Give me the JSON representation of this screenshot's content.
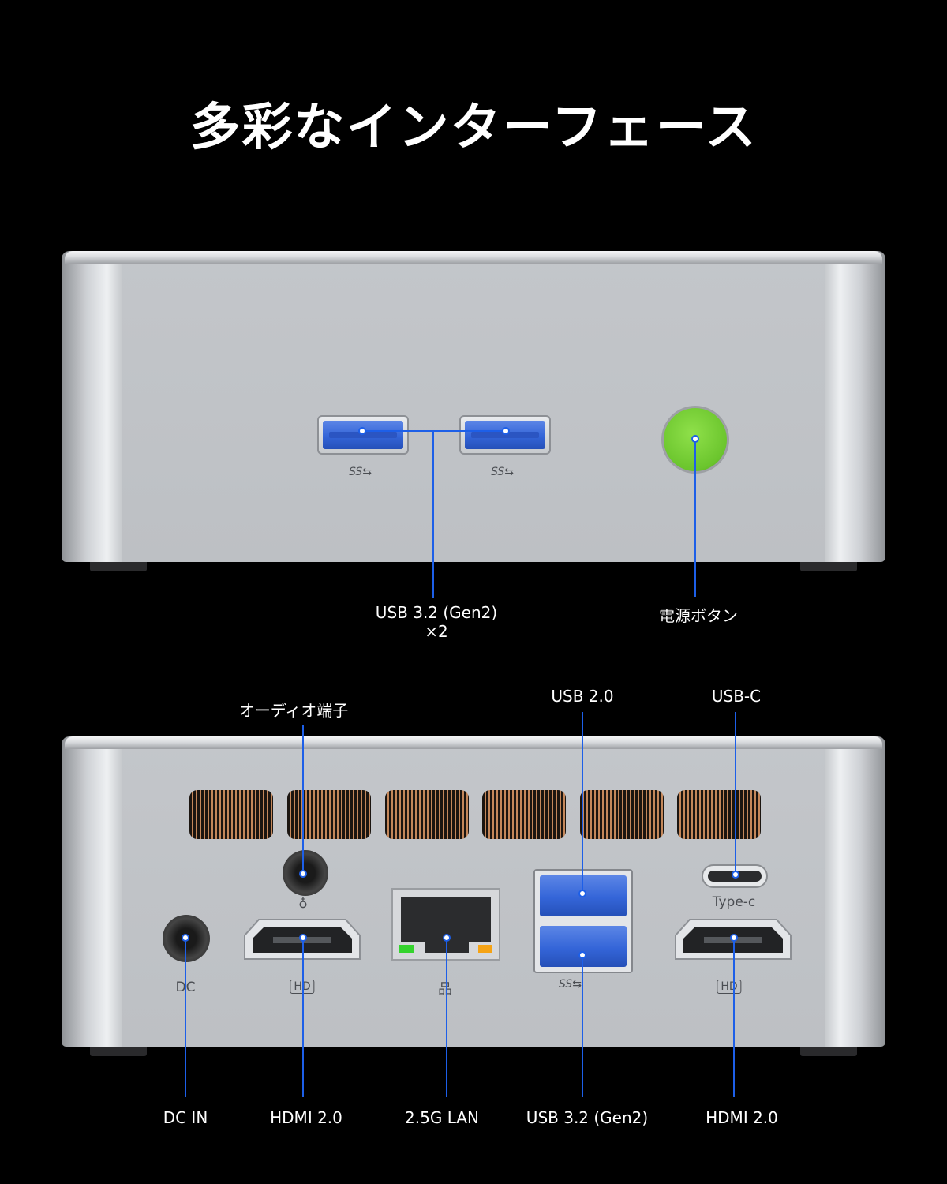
{
  "title": "多彩なインターフェース",
  "front": {
    "callouts": {
      "usb32_line1": "USB 3.2 (Gen2)",
      "usb32_line2": "×2",
      "power": "電源ボタン"
    },
    "port_marks": {
      "ss_usb": "SS⇆"
    }
  },
  "back": {
    "callouts": {
      "audio": "オーディオ端子",
      "usb20": "USB 2.0",
      "usbc": "USB-C",
      "dc_in": "DC IN",
      "hdmi_left": "HDMI 2.0",
      "lan": "2.5G LAN",
      "usb32": "USB 3.2 (Gen2)",
      "hdmi_right": "HDMI 2.0"
    },
    "port_marks": {
      "dc": "DC",
      "hd_left": "HD",
      "lan": "品",
      "ss_usb": "SS⇆",
      "typec": "Type-c",
      "hd_right": "HD",
      "audio": "♁"
    }
  },
  "colors": {
    "background": "#000000",
    "callout_line": "#1d5fe8",
    "usb3_blue": "#3465d8",
    "power_green": "#6bc52d",
    "led_green": "#35d42e",
    "led_orange": "#f5a315"
  }
}
